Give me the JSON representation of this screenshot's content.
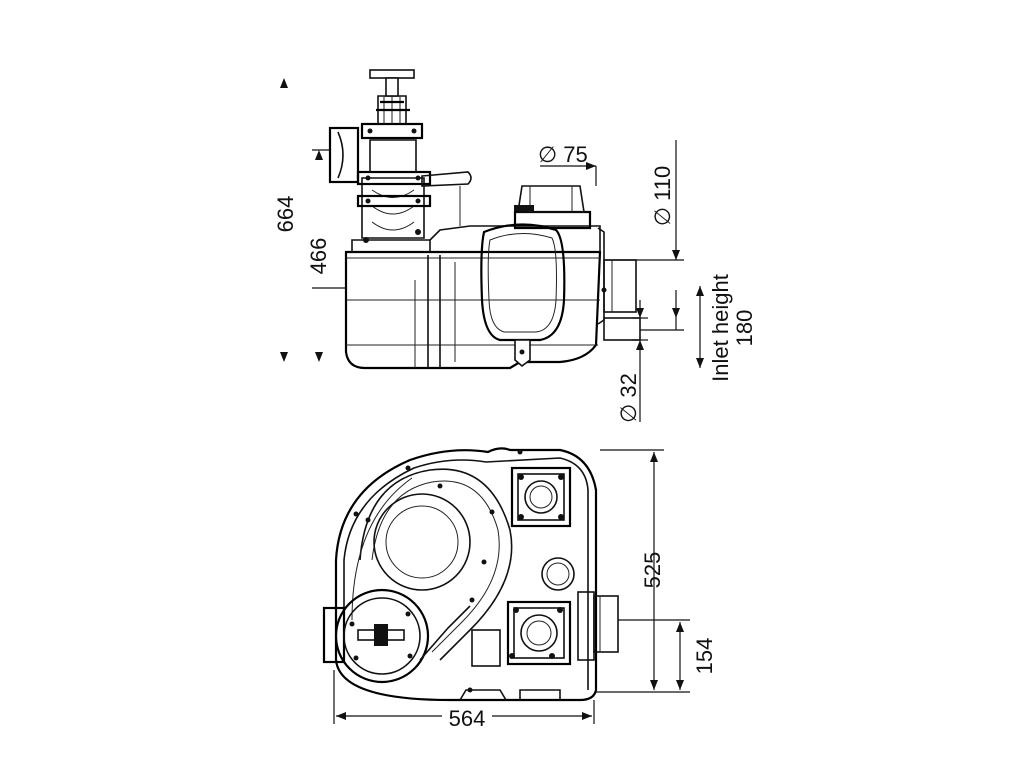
{
  "labels": {
    "height_total": "664",
    "height_body": "466",
    "dia_vent": "∅ 75",
    "dia_outlet": "∅ 110",
    "dia_small": "∅ 32",
    "inlet_text": "Inlet height",
    "inlet_value": "180",
    "depth": "525",
    "inlet_offset": "154",
    "width": "564"
  },
  "colors": {
    "line": "#111111",
    "background": "#ffffff"
  }
}
